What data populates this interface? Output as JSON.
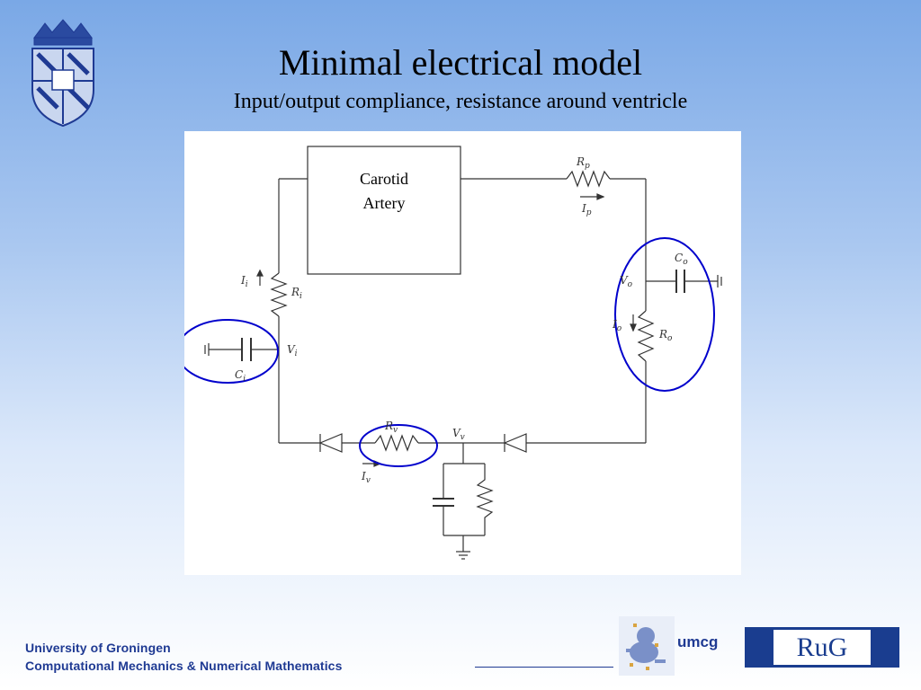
{
  "slide": {
    "title": "Minimal electrical model",
    "subtitle": "Input/output compliance, resistance around ventricle"
  },
  "diagram": {
    "box_label_line1": "Carotid",
    "box_label_line2": "Artery",
    "symbols": {
      "Rp": [
        "R",
        "p"
      ],
      "Ip": [
        "I",
        "p"
      ],
      "Co": [
        "C",
        "o"
      ],
      "Vo": [
        "V",
        "o"
      ],
      "Io": [
        "I",
        "o"
      ],
      "Ro": [
        "R",
        "o"
      ],
      "Ii": [
        "I",
        "i"
      ],
      "Ri": [
        "R",
        "i"
      ],
      "Vi": [
        "V",
        "i"
      ],
      "Ci": [
        "C",
        "i"
      ],
      "Rv": [
        "R",
        "v"
      ],
      "Vv": [
        "V",
        "v"
      ],
      "Iv": [
        "I",
        "v"
      ]
    },
    "highlight_color": "#0000cc"
  },
  "footer": {
    "line1": "University of Groningen",
    "line2": "Computational Mechanics & Numerical Mathematics",
    "umcg": "umcg",
    "rug": "RuG"
  },
  "colors": {
    "footer_text": "#1f3a93",
    "rug_background": "#1a3d8f"
  },
  "icons": {
    "crest": "university-crest-icon",
    "umcg_mark": "umcg-frog-icon"
  }
}
